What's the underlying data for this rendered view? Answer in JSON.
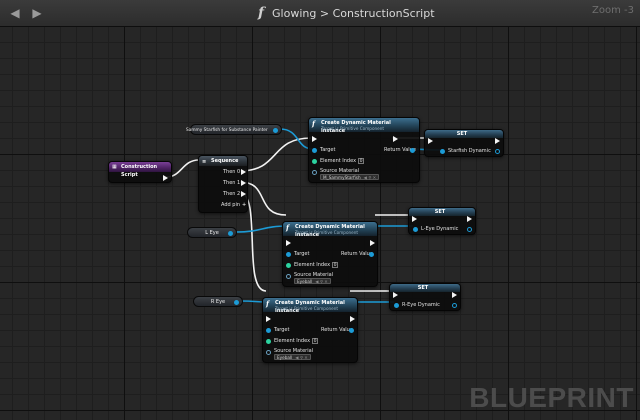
{
  "header": {
    "function_icon": "f",
    "title": "Glowing",
    "separator": ">",
    "graph": "ConstructionScript",
    "zoom": "Zoom -3",
    "back_icon": "arrow-left-icon",
    "forward_icon": "arrow-right-icon"
  },
  "watermark": "BLUEPRINT",
  "nodes": {
    "construction": {
      "title": "Construction Script"
    },
    "sequence": {
      "title": "Sequence",
      "then0": "Then 0",
      "then1": "Then 1",
      "then2": "Then 2",
      "add": "Add pin",
      "add_icon": "+"
    },
    "vars": {
      "sammy": "Sammy Starfish for Substance Painter",
      "leye": "L Eye",
      "reye": "R Eye"
    },
    "cdmi1": {
      "title": "Create Dynamic Material Instance",
      "subtitle": "Target is Primitive Component",
      "target": "Target",
      "return": "Return Value",
      "element": "Element Index",
      "element_value": "0",
      "source": "Source Material",
      "source_value": "M_SammyStarfish"
    },
    "cdmi2": {
      "title": "Create Dynamic Material Instance",
      "subtitle": "Target is Primitive Component",
      "target": "Target",
      "return": "Return Value",
      "element": "Element Index",
      "element_value": "0",
      "source": "Source Material",
      "source_value": "Eyeball"
    },
    "cdmi3": {
      "title": "Create Dynamic Material Instance",
      "subtitle": "Target is Primitive Component",
      "target": "Target",
      "return": "Return Value",
      "element": "Element Index",
      "element_value": "0",
      "source": "Source Material",
      "source_value": "Eyeball"
    },
    "set1": {
      "title": "SET",
      "var": "Starfish Dynamic"
    },
    "set2": {
      "title": "SET",
      "var": "L-Eye Dynamic"
    },
    "set3": {
      "title": "SET",
      "var": "R-Eye Dynamic"
    }
  }
}
